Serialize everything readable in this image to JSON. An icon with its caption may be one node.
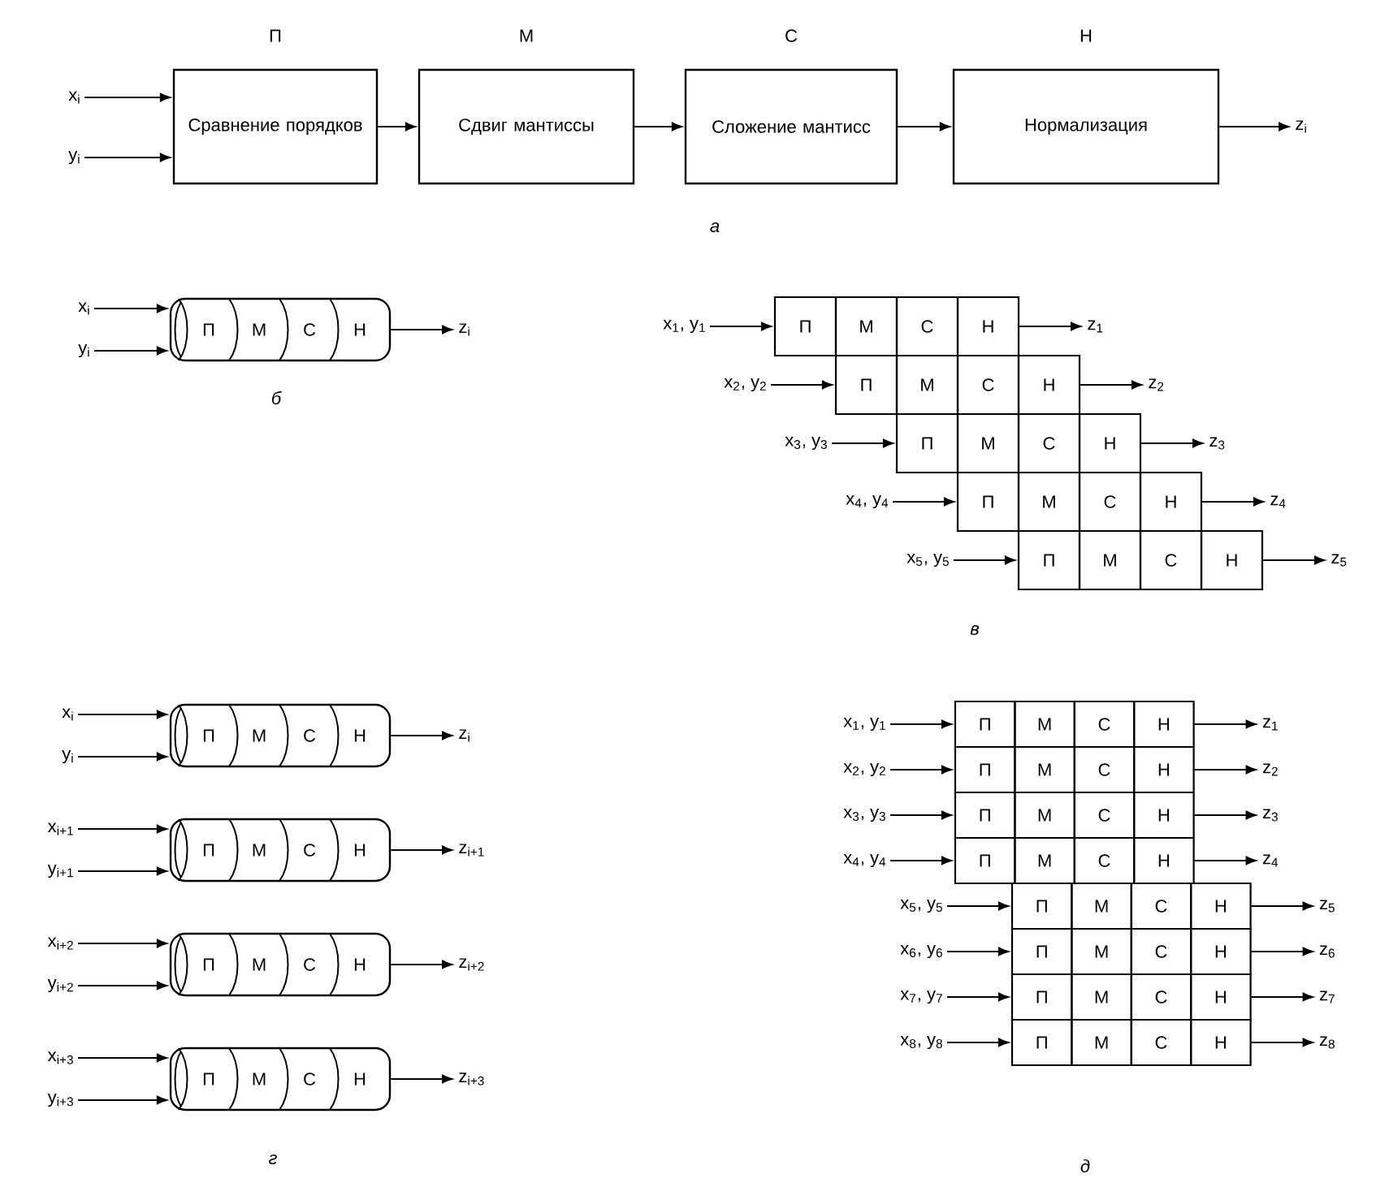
{
  "diagram": {
    "nodes": [
      {
        "text": [
          "x$_{i}$"
        ]
      },
      {
        "text": [
          "y$_{i}$"
        ]
      },
      {
        "text": [
          "П",
          "Сравнение порядков"
        ]
      },
      {
        "text": [
          "М",
          "Сдвиг мантиссы"
        ]
      },
      {
        "text": [
          "С",
          "Сложение мантисс"
        ]
      },
      {
        "text": [
          "Н",
          "Нормализация"
        ]
      },
      {
        "text": [
          "z$_{i}$"
        ]
      },
      {
        "text": [
          "x$_{i}$"
        ]
      },
      {
        "text": [
          "y$_{i}$"
        ]
      },
      {
        "text": [],
        "shape": "box"
      },
      {
        "text": [
          "П"
        ],
        "in": 9
      },
      {
        "text": [
          "М"
        ],
        "in": 9
      },
      {
        "text": [
          "С"
        ],
        "in": 9
      },
      {
        "text": [
          "Н"
        ],
        "in": 9
      },
      {
        "text": [
          "z$_{i}$"
        ]
      },
      {
        "text": [
          "x$_{1}$, y$_{1}$"
        ]
      },
      {
        "text": [
          "П"
        ]
      },
      {
        "text": [
          "М"
        ]
      },
      {
        "text": [
          "С"
        ]
      },
      {
        "text": [
          "Н"
        ]
      },
      {
        "text": [
          "z$_{1}$"
        ]
      },
      {
        "text": [
          "x$_{2}$, y$_{2}$"
        ]
      },
      {
        "text": [
          "П"
        ]
      },
      {
        "text": [
          "М"
        ]
      },
      {
        "text": [
          "С"
        ]
      },
      {
        "text": [
          "Н"
        ]
      },
      {
        "text": [
          "z$_{2}$"
        ]
      },
      {
        "text": [
          "x$_{3}$, y$_{3}$"
        ]
      },
      {
        "text": [
          "П"
        ]
      },
      {
        "text": [
          "М"
        ]
      },
      {
        "text": [
          "С"
        ]
      },
      {
        "text": [
          "Н"
        ]
      },
      {
        "text": [
          "z$_{3}$"
        ]
      },
      {
        "text": [
          "x$_{4}$, y$_{4}$"
        ]
      },
      {
        "text": [
          "П"
        ]
      },
      {
        "text": [
          "М"
        ]
      },
      {
        "text": [
          "С"
        ]
      },
      {
        "text": [
          "Н"
        ]
      },
      {
        "text": [
          "z$_{4}$"
        ]
      },
      {
        "text": [
          "x$_{5}$, y$_{5}$"
        ]
      },
      {
        "text": [
          "П"
        ]
      },
      {
        "text": [
          "М"
        ]
      },
      {
        "text": [
          "С"
        ]
      },
      {
        "text": [
          "Н"
        ]
      },
      {
        "text": [
          "z$_{5}$"
        ]
      },
      {
        "text": [
          "x$_{i}$"
        ]
      },
      {
        "text": [
          "y$_{i}$"
        ]
      },
      {
        "text": [],
        "shape": "box"
      },
      {
        "text": [
          "П"
        ],
        "in": 47
      },
      {
        "text": [
          "М"
        ],
        "in": 47
      },
      {
        "text": [
          "С"
        ],
        "in": 47
      },
      {
        "text": [
          "Н"
        ],
        "in": 47
      },
      {
        "text": [
          "z$_{i}$"
        ]
      },
      {
        "text": [
          "x$_{i+1}$"
        ]
      },
      {
        "text": [
          "y$_{i+1}$"
        ]
      },
      {
        "text": [],
        "shape": "box"
      },
      {
        "text": [
          "П"
        ],
        "in": 55
      },
      {
        "text": [
          "М"
        ],
        "in": 55
      },
      {
        "text": [
          "С"
        ],
        "in": 55
      },
      {
        "text": [
          "Н"
        ],
        "in": 55
      },
      {
        "text": [
          "z$_{i+1}$"
        ]
      },
      {
        "text": [
          "x$_{i+2}$"
        ]
      },
      {
        "text": [
          "y$_{i+2}$"
        ]
      },
      {
        "text": [],
        "shape": "box"
      },
      {
        "text": [
          "П"
        ],
        "in": 63
      },
      {
        "text": [
          "М"
        ],
        "in": 63
      },
      {
        "text": [
          "С"
        ],
        "in": 63
      },
      {
        "text": [
          "Н"
        ],
        "in": 63
      },
      {
        "text": [
          "z$_{i+2}$"
        ]
      },
      {
        "text": [
          "x$_{i+3}$"
        ]
      },
      {
        "text": [
          "y$_{i+3}$"
        ]
      },
      {
        "text": [],
        "shape": "box"
      },
      {
        "text": [
          "П"
        ],
        "in": 71
      },
      {
        "text": [
          "М"
        ],
        "in": 71
      },
      {
        "text": [
          "С"
        ],
        "in": 71
      },
      {
        "text": [
          "Н"
        ],
        "in": 71
      },
      {
        "text": [
          "z$_{i+3}$"
        ]
      },
      {
        "text": [
          "x$_{1}$, y$_{1}$"
        ]
      },
      {
        "text": [
          "П"
        ]
      },
      {
        "text": [
          "М"
        ]
      },
      {
        "text": [
          "С"
        ]
      },
      {
        "text": [
          "Н"
        ]
      },
      {
        "text": [
          "z$_{1}$"
        ]
      },
      {
        "text": [
          "x$_{2}$, y$_{2}$"
        ]
      },
      {
        "text": [
          "П"
        ]
      },
      {
        "text": [
          "М"
        ]
      },
      {
        "text": [
          "С"
        ]
      },
      {
        "text": [
          "Н"
        ]
      },
      {
        "text": [
          "z$_{2}$"
        ]
      },
      {
        "text": [
          "x$_{3}$, y$_{3}$"
        ]
      },
      {
        "text": [
          "П"
        ]
      },
      {
        "text": [
          "М"
        ]
      },
      {
        "text": [
          "С"
        ]
      },
      {
        "text": [
          "Н"
        ]
      },
      {
        "text": [
          "z$_{3}$"
        ]
      },
      {
        "text": [
          "x$_{4}$, y$_{4}$"
        ]
      },
      {
        "text": [
          "П"
        ]
      },
      {
        "text": [
          "М"
        ]
      },
      {
        "text": [
          "С"
        ]
      },
      {
        "text": [
          "Н"
        ]
      },
      {
        "text": [
          "z$_{4}$"
        ]
      },
      {
        "text": [
          "x$_{5}$, y$_{5}$"
        ]
      },
      {
        "text": [
          "П"
        ]
      },
      {
        "text": [
          "М"
        ]
      },
      {
        "text": [
          "С"
        ]
      },
      {
        "text": [
          "Н"
        ]
      },
      {
        "text": [
          "z$_{5}$"
        ]
      },
      {
        "text": [
          "x$_{6}$, y$_{6}$"
        ]
      },
      {
        "text": [
          "П"
        ]
      },
      {
        "text": [
          "М"
        ]
      },
      {
        "text": [
          "С"
        ]
      },
      {
        "text": [
          "Н"
        ]
      },
      {
        "text": [
          "z$_{6}$"
        ]
      },
      {
        "text": [
          "x$_{7}$, y$_{7}$"
        ]
      },
      {
        "text": [
          "П"
        ]
      },
      {
        "text": [
          "М"
        ]
      },
      {
        "text": [
          "С"
        ]
      },
      {
        "text": [
          "Н"
        ]
      },
      {
        "text": [
          "z$_{7}$"
        ]
      },
      {
        "text": [
          "x$_{8}$, y$_{8}$"
        ]
      },
      {
        "text": [
          "П"
        ]
      },
      {
        "text": [
          "М"
        ]
      },
      {
        "text": [
          "С"
        ]
      },
      {
        "text": [
          "Н"
        ]
      },
      {
        "text": [
          "z$_{8}$"
        ]
      }
    ],
    "edges": [
      {
        "from": 0,
        "to": 2,
        "arrow": "to"
      },
      {
        "from": 1,
        "to": 2,
        "arrow": "to"
      },
      {
        "from": 2,
        "to": 3,
        "arrow": "to"
      },
      {
        "from": 3,
        "to": 4,
        "arrow": "to"
      },
      {
        "from": 4,
        "to": 5,
        "arrow": "to"
      },
      {
        "from": 5,
        "to": 6,
        "arrow": "to"
      },
      {
        "from": 7,
        "to": 9,
        "arrow": "to"
      },
      {
        "from": 8,
        "to": 9,
        "arrow": "to"
      },
      {
        "from": 9,
        "to": 14,
        "arrow": "to"
      },
      {
        "from": 15,
        "to": 16,
        "arrow": "to"
      },
      {
        "from": 19,
        "to": 20,
        "arrow": "to"
      },
      {
        "from": 21,
        "to": 22,
        "arrow": "to"
      },
      {
        "from": 25,
        "to": 26,
        "arrow": "to"
      },
      {
        "from": 27,
        "to": 28,
        "arrow": "to"
      },
      {
        "from": 31,
        "to": 32,
        "arrow": "to"
      },
      {
        "from": 33,
        "to": 34,
        "arrow": "to"
      },
      {
        "from": 37,
        "to": 38,
        "arrow": "to"
      },
      {
        "from": 39,
        "to": 40,
        "arrow": "to"
      },
      {
        "from": 43,
        "to": 44,
        "arrow": "to"
      },
      {
        "from": 45,
        "to": 47,
        "arrow": "to"
      },
      {
        "from": 46,
        "to": 47,
        "arrow": "to"
      },
      {
        "from": 47,
        "to": 52,
        "arrow": "to"
      },
      {
        "from": 53,
        "to": 55,
        "arrow": "to"
      },
      {
        "from": 54,
        "to": 55,
        "arrow": "to"
      },
      {
        "from": 55,
        "to": 60,
        "arrow": "to"
      },
      {
        "from": 61,
        "to": 63,
        "arrow": "to"
      },
      {
        "from": 62,
        "to": 63,
        "arrow": "to"
      },
      {
        "from": 63,
        "to": 68,
        "arrow": "to"
      },
      {
        "from": 69,
        "to": 71,
        "arrow": "to"
      },
      {
        "from": 70,
        "to": 71,
        "arrow": "to"
      },
      {
        "from": 71,
        "to": 76,
        "arrow": "to"
      },
      {
        "from": 77,
        "to": 78,
        "arrow": "to"
      },
      {
        "from": 81,
        "to": 82,
        "arrow": "to"
      },
      {
        "from": 83,
        "to": 84,
        "arrow": "to"
      },
      {
        "from": 87,
        "to": 88,
        "arrow": "to"
      },
      {
        "from": 89,
        "to": 90,
        "arrow": "to"
      },
      {
        "from": 93,
        "to": 94,
        "arrow": "to"
      },
      {
        "from": 95,
        "to": 96,
        "arrow": "to"
      },
      {
        "from": 99,
        "to": 100,
        "arrow": "to"
      },
      {
        "from": 101,
        "to": 102,
        "arrow": "to"
      },
      {
        "from": 105,
        "to": 106,
        "arrow": "to"
      },
      {
        "from": 107,
        "to": 108,
        "arrow": "to"
      },
      {
        "from": 111,
        "to": 112,
        "arrow": "to"
      },
      {
        "from": 113,
        "to": 114,
        "arrow": "to"
      },
      {
        "from": 117,
        "to": 118,
        "arrow": "to"
      },
      {
        "from": 119,
        "to": 120,
        "arrow": "to"
      },
      {
        "from": 123,
        "to": 124,
        "arrow": "to"
      }
    ],
    "labels": [
      "а",
      "б",
      "в",
      "г",
      "д"
    ]
  }
}
